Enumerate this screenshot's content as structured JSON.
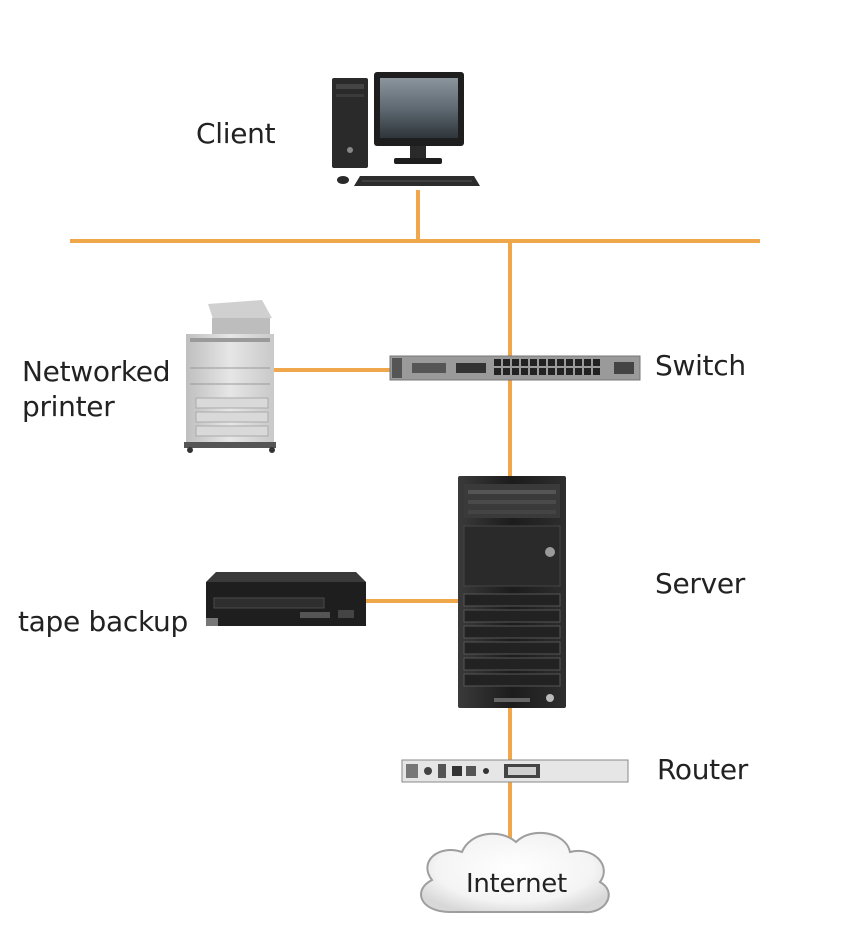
{
  "colors": {
    "link": "#f0a64a",
    "device_dark": "#2a2a2a",
    "device_light": "#e8e8e8"
  },
  "nodes": [
    {
      "id": "client",
      "label": "Client",
      "icon": "desktop-computer-icon"
    },
    {
      "id": "printer",
      "label_lines": [
        "Networked",
        "printer"
      ],
      "icon": "printer-icon"
    },
    {
      "id": "switch",
      "label": "Switch",
      "icon": "network-switch-icon"
    },
    {
      "id": "server",
      "label": "Server",
      "icon": "tower-server-icon"
    },
    {
      "id": "tape",
      "label": "tape backup",
      "icon": "tape-drive-icon"
    },
    {
      "id": "router",
      "label": "Router",
      "icon": "router-icon"
    },
    {
      "id": "internet",
      "label": "Internet",
      "icon": "cloud-icon"
    }
  ],
  "edges": [
    {
      "from": "client",
      "to": "bus"
    },
    {
      "from": "bus",
      "to": "switch"
    },
    {
      "from": "printer",
      "to": "switch"
    },
    {
      "from": "switch",
      "to": "server"
    },
    {
      "from": "tape",
      "to": "server"
    },
    {
      "from": "server",
      "to": "router"
    },
    {
      "from": "router",
      "to": "internet"
    }
  ]
}
